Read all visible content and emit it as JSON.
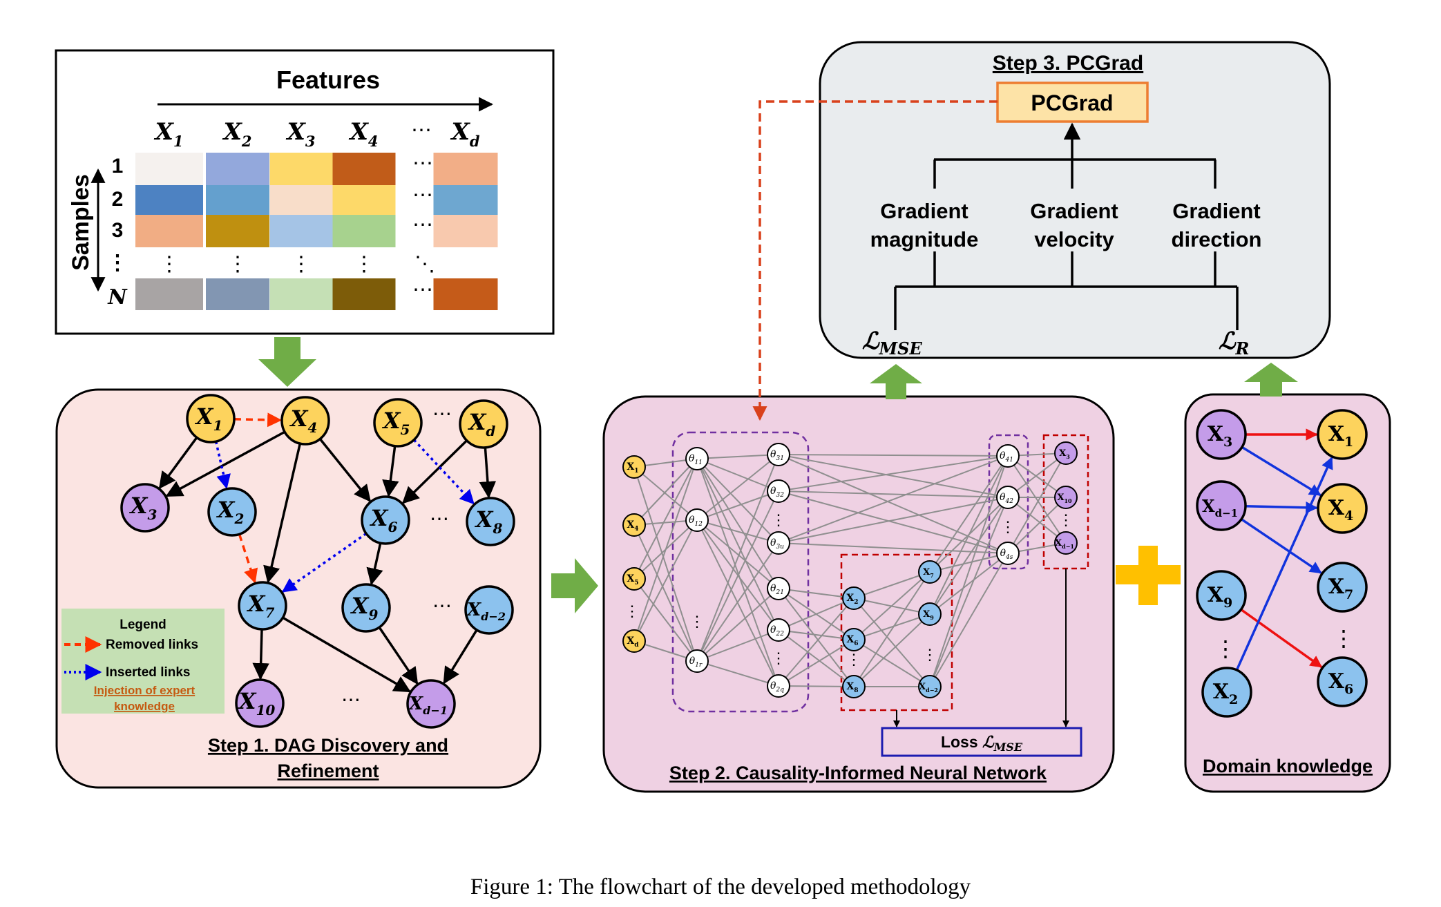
{
  "features_panel": {
    "title": "Features",
    "samples_label": "Samples",
    "columns": [
      "X",
      "X",
      "X",
      "X",
      "X"
    ],
    "column_subs": [
      "1",
      "2",
      "3",
      "4",
      "d"
    ],
    "col_ellipsis": "⋯",
    "rows": [
      "1",
      "2",
      "3",
      "⋮",
      "N"
    ],
    "vdots": "⋮",
    "ddots": "⋱",
    "cell_colors": [
      [
        "#f5f1ee",
        "#93a8dc",
        "#fdd969",
        "#c15c19",
        "#f2ae87"
      ],
      [
        "#4d82c2",
        "#64a0ce",
        "#f8ddc9",
        "#fdd969",
        "#6ea7d0"
      ],
      [
        "#f1ad84",
        "#bf9010",
        "#a5c4e6",
        "#a7d28e",
        "#f8c9ae"
      ],
      [
        "#a8a4a4",
        "#8296b2",
        "#c5e0b5",
        "#7d5c09",
        "#c55b19"
      ]
    ]
  },
  "step1": {
    "title_line1": "Step 1. DAG Discovery and",
    "title_line2": "Refinement",
    "nodes": [
      {
        "id": "x1",
        "main": "X",
        "sub": "1",
        "color": "#fdd35d"
      },
      {
        "id": "x4",
        "main": "X",
        "sub": "4",
        "color": "#fdd35d"
      },
      {
        "id": "x5",
        "main": "X",
        "sub": "5",
        "color": "#fdd35d"
      },
      {
        "id": "xd",
        "main": "X",
        "sub": "d",
        "color": "#fdd35d"
      },
      {
        "id": "x3",
        "main": "X",
        "sub": "3",
        "color": "#c49ce9"
      },
      {
        "id": "x2",
        "main": "X",
        "sub": "2",
        "color": "#8cc2ee"
      },
      {
        "id": "x6",
        "main": "X",
        "sub": "6",
        "color": "#8cc2ee"
      },
      {
        "id": "x8",
        "main": "X",
        "sub": "8",
        "color": "#8cc2ee"
      },
      {
        "id": "x7",
        "main": "X",
        "sub": "7",
        "color": "#8cc2ee"
      },
      {
        "id": "x9",
        "main": "X",
        "sub": "9",
        "color": "#8cc2ee"
      },
      {
        "id": "xdm2",
        "main": "X",
        "sub": "d−2",
        "color": "#8cc2ee"
      },
      {
        "id": "x10",
        "main": "X",
        "sub": "10",
        "color": "#c49ce9"
      },
      {
        "id": "xdm1",
        "main": "X",
        "sub": "d−1",
        "color": "#c49ce9"
      }
    ],
    "ellipses": [
      "⋯",
      "⋯",
      "⋯",
      "⋯"
    ],
    "legend": {
      "title": "Legend",
      "removed": "Removed links",
      "inserted": "Inserted links",
      "injection_line1": "Injection of expert",
      "injection_line2": "knowledge"
    }
  },
  "step2": {
    "title": "Step 2. Causality-Informed Neural Network",
    "inputs": [
      {
        "main": "X",
        "sub": "1"
      },
      {
        "main": "X",
        "sub": "4"
      },
      {
        "main": "X",
        "sub": "5"
      },
      {
        "main": "X",
        "sub": "d"
      }
    ],
    "layer1": [
      {
        "main": "θ",
        "sub": "11"
      },
      {
        "main": "θ",
        "sub": "12"
      },
      {
        "main": "θ",
        "sub": "1r"
      }
    ],
    "layer2": [
      {
        "main": "θ",
        "sub": "31"
      },
      {
        "main": "θ",
        "sub": "32"
      },
      {
        "main": "θ",
        "sub": "3u"
      },
      {
        "main": "θ",
        "sub": "21"
      },
      {
        "main": "θ",
        "sub": "22"
      },
      {
        "main": "θ",
        "sub": "2q"
      }
    ],
    "mid_left": [
      {
        "main": "X",
        "sub": "2"
      },
      {
        "main": "X",
        "sub": "6"
      },
      {
        "main": "X",
        "sub": "8"
      }
    ],
    "mid_right": [
      {
        "main": "X",
        "sub": "7"
      },
      {
        "main": "X",
        "sub": "9"
      },
      {
        "main": "X",
        "sub": "d−2"
      }
    ],
    "layer4": [
      {
        "main": "θ",
        "sub": "41"
      },
      {
        "main": "θ",
        "sub": "42"
      },
      {
        "main": "θ",
        "sub": "4s"
      }
    ],
    "outputs": [
      {
        "main": "X",
        "sub": "3"
      },
      {
        "main": "X",
        "sub": "10"
      },
      {
        "main": "X",
        "sub": "d−1"
      }
    ],
    "loss_prefix": "Loss ",
    "loss_main": "ℒ",
    "loss_sub": "MSE"
  },
  "step3": {
    "title": "Step 3. PCGrad",
    "pcgrad_label": "PCGrad",
    "gradients": [
      {
        "line1": "Gradient",
        "line2": "magnitude"
      },
      {
        "line1": "Gradient",
        "line2": "velocity"
      },
      {
        "line1": "Gradient",
        "line2": "direction"
      }
    ],
    "loss_mse_main": "ℒ",
    "loss_mse_sub": "MSE",
    "loss_r_main": "ℒ",
    "loss_r_sub": "R"
  },
  "domain": {
    "title": "Domain knowledge",
    "left_nodes": [
      {
        "main": "X",
        "sub": "3",
        "color": "#c49ce9"
      },
      {
        "main": "X",
        "sub": "d−1",
        "color": "#c49ce9"
      },
      {
        "main": "X",
        "sub": "9",
        "color": "#8cc2ee"
      },
      {
        "main": "X",
        "sub": "2",
        "color": "#8cc2ee"
      }
    ],
    "right_nodes": [
      {
        "main": "X",
        "sub": "1",
        "color": "#fdd35d"
      },
      {
        "main": "X",
        "sub": "4",
        "color": "#fdd35d"
      },
      {
        "main": "X",
        "sub": "7",
        "color": "#8cc2ee"
      },
      {
        "main": "X",
        "sub": "6",
        "color": "#8cc2ee"
      }
    ]
  },
  "caption": "Figure 1: The flowchart of the developed methodology",
  "colors": {
    "step1_bg": "#fbe4e2",
    "step2_bg": "#efd1e3",
    "step3_bg": "#e9ecee",
    "green_arrow": "#70ad47",
    "plus": "#ffc000",
    "removed_link": "#ff3300",
    "inserted_link": "#0000ee",
    "legend_bg": "#c5e0b4",
    "injection_text": "#c55a11",
    "pcgrad_fill": "#fde3a7",
    "pcgrad_border": "#ed7d31",
    "dash_purple": "#7030a0",
    "dash_red": "#c00000",
    "loss_border": "#1c1cb0"
  }
}
